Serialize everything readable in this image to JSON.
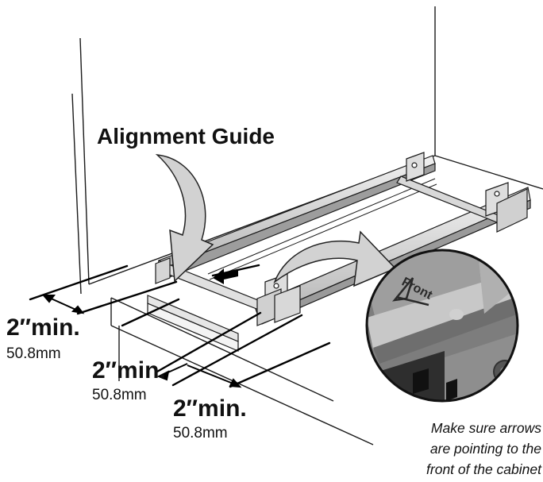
{
  "labels": {
    "alignment_guide": "Alignment Guide",
    "clearances": [
      {
        "value": "2″min.",
        "metric": "50.8mm"
      },
      {
        "value": "2″min.",
        "metric": "50.8mm"
      },
      {
        "value": "2″min.",
        "metric": "50.8mm"
      }
    ],
    "inset_text": "Front",
    "note_lines": [
      "Make sure arrows",
      "are pointing to the",
      "front of the cabinet"
    ]
  },
  "colors": {
    "line": "#1a1a1a",
    "arrow_fill": "#d2d2d2",
    "arrow_stroke": "#222222",
    "inset_bg": "#7d7d7d"
  },
  "icons": [
    "curved-arrow-icon",
    "double-arrow-icon"
  ]
}
